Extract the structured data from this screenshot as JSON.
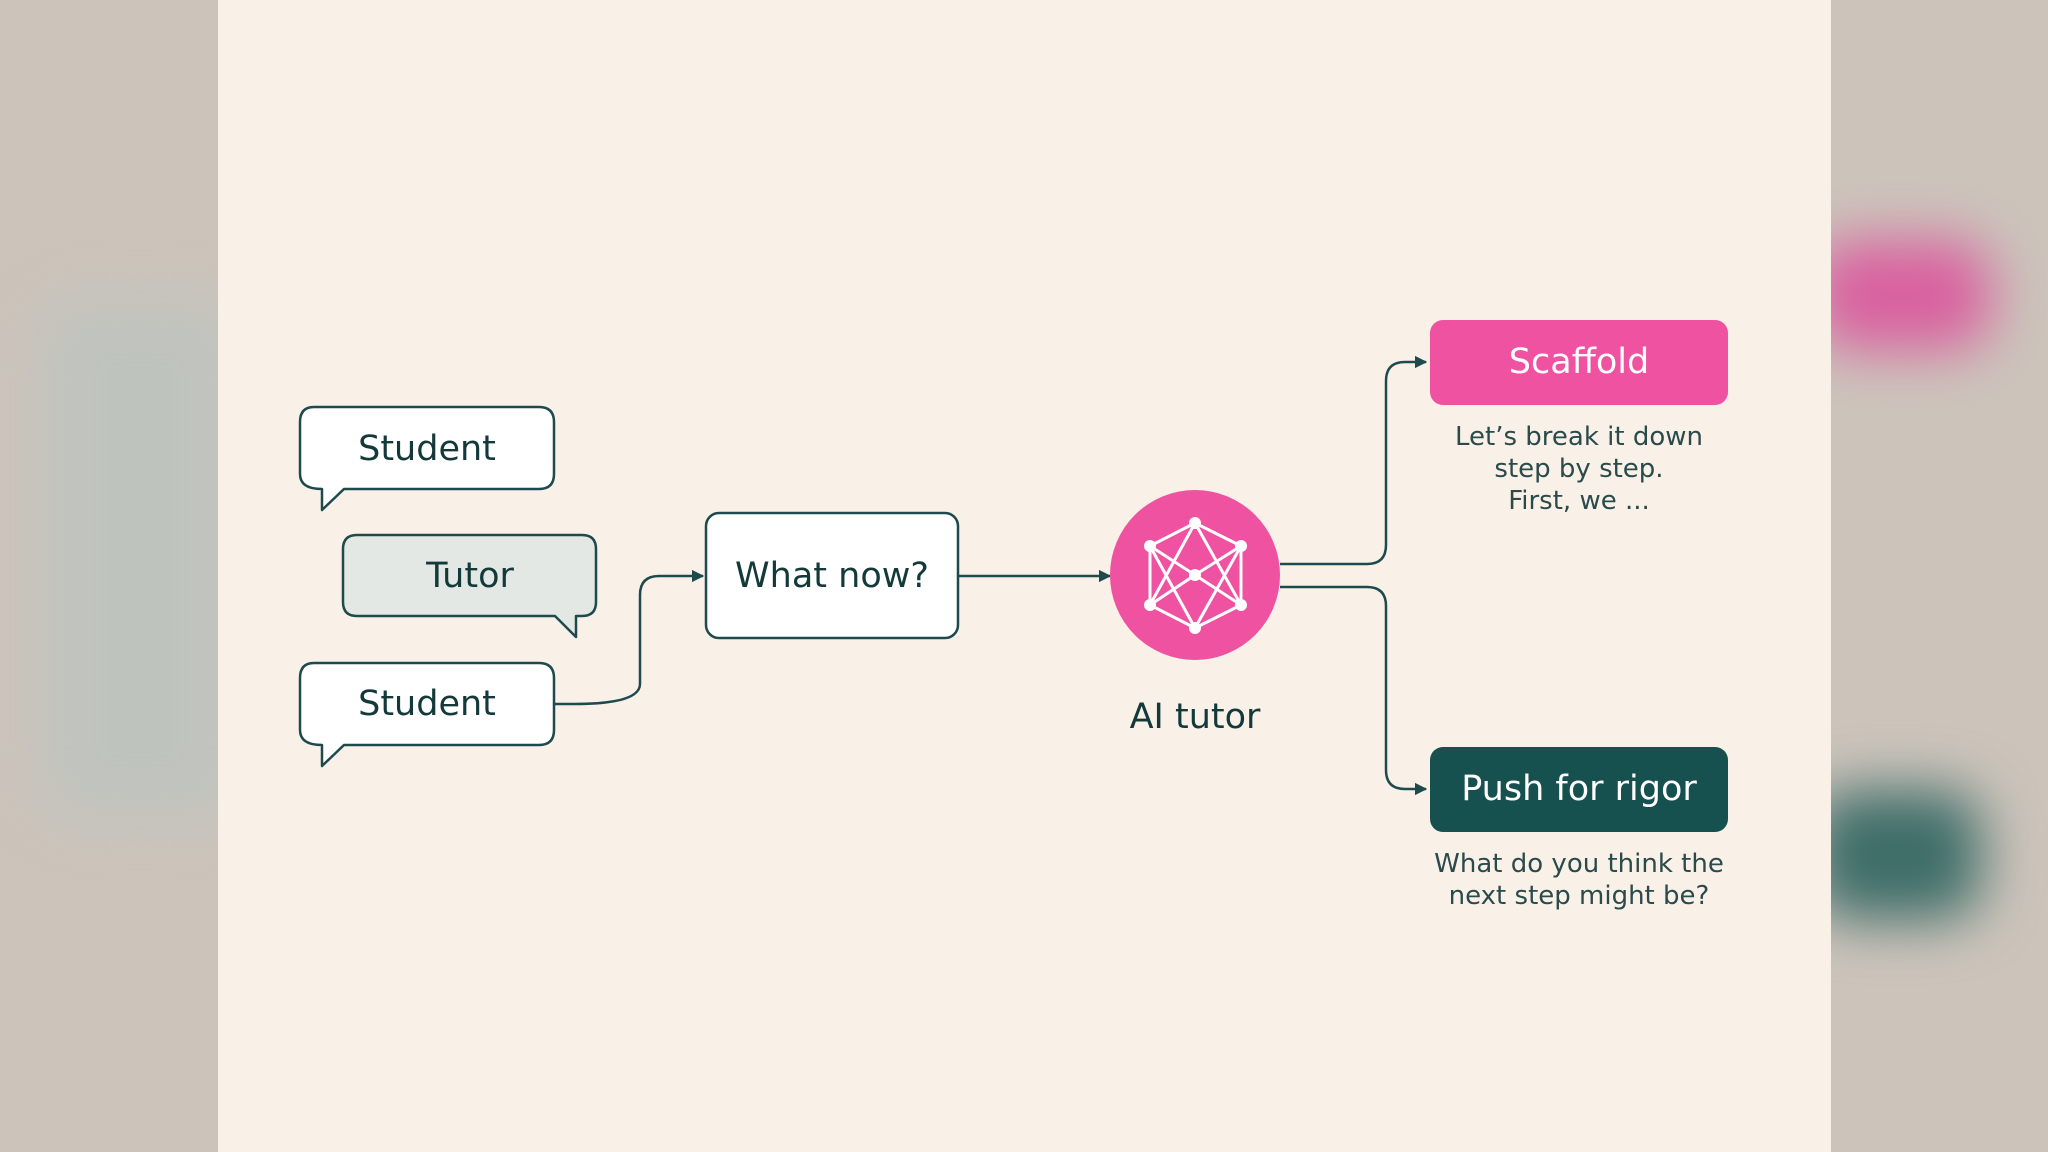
{
  "colors": {
    "background": "#f9f1e8",
    "frame": "#ccc4bb",
    "ink": "#1e4a4d",
    "pink": "#ee52a0",
    "dark_teal": "#16504f",
    "tutor_fill": "#e3e8e5",
    "white": "#ffffff"
  },
  "conversation": {
    "student_1": "Student",
    "tutor": "Tutor",
    "student_2": "Student"
  },
  "prompt_box": {
    "label": "What now?"
  },
  "ai_tutor": {
    "label": "AI tutor",
    "icon": "neural-network-icon"
  },
  "options": {
    "scaffold": {
      "label": "Scaffold",
      "example_lines": [
        "Let’s break it down",
        "step by step.",
        "First, we ..."
      ]
    },
    "rigor": {
      "label": "Push for rigor",
      "example_lines": [
        "What do you think the",
        "next step might be?"
      ]
    }
  }
}
